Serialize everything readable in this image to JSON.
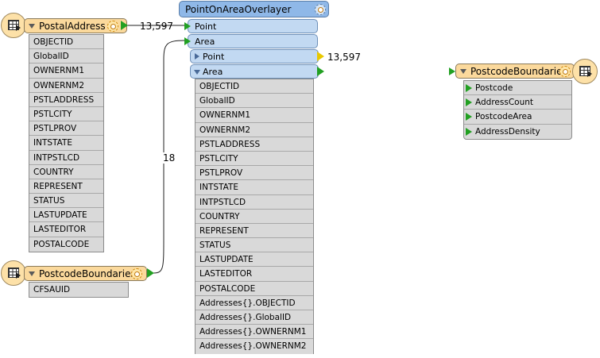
{
  "postal_address": {
    "title": "PostalAddress",
    "attributes": [
      "OBJECTID",
      "GlobalID",
      "OWNERNM1",
      "OWNERNM2",
      "PSTLADDRESS",
      "PSTLCITY",
      "PSTLPROV",
      "INTSTATE",
      "INTPSTLCD",
      "COUNTRY",
      "REPRESENT",
      "STATUS",
      "LASTUPDATE",
      "LASTEDITOR",
      "POSTALCODE"
    ]
  },
  "postcode_boundaries_source": {
    "title": "PostcodeBoundaries",
    "attributes": [
      "CFSAUID"
    ]
  },
  "transformer": {
    "title": "PointOnAreaOverlayer",
    "inputs": [
      "Point",
      "Area"
    ],
    "outputs": [
      "Point",
      "Area"
    ],
    "attributes": [
      "OBJECTID",
      "GlobalID",
      "OWNERNM1",
      "OWNERNM2",
      "PSTLADDRESS",
      "PSTLCITY",
      "PSTLPROV",
      "INTSTATE",
      "INTPSTLCD",
      "COUNTRY",
      "REPRESENT",
      "STATUS",
      "LASTUPDATE",
      "LASTEDITOR",
      "POSTALCODE",
      "Addresses{}.OBJECTID",
      "Addresses{}.GlobalID",
      "Addresses{}.OWNERNM1",
      "Addresses{}.OWNERNM2"
    ]
  },
  "postcode_boundaries_dest": {
    "title": "PostcodeBoundaries",
    "attributes": [
      "Postcode",
      "AddressCount",
      "PostcodeArea",
      "AddressDensity"
    ]
  },
  "counts": {
    "postal_to_point": "13,597",
    "boundaries_to_area": "18",
    "point_output": "13,597"
  },
  "colors": {
    "feature_type_header": "#fbd99c",
    "transformer_title": "#8fb8e8",
    "port": "#c2d9f2",
    "attribute_bg": "#d9d9d9",
    "connected_port_arrow": "#22a022",
    "unconnected_port_arrow": "#e8c800"
  },
  "icons": [
    "table-reader-icon",
    "gear-icon",
    "table-writer-icon",
    "expand-triangle-icon"
  ]
}
